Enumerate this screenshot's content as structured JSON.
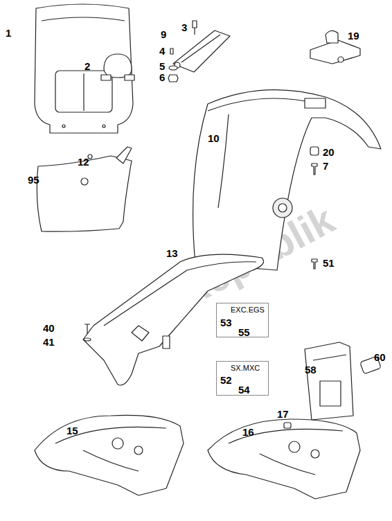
{
  "diagram": {
    "nodes": [
      {
        "text": [
          "EXC.EGS"
        ]
      },
      {
        "text": [
          "SX.MXC"
        ]
      }
    ],
    "labels": [
      "1",
      "2",
      "3",
      "4",
      "5",
      "6",
      "9",
      "19",
      "10",
      "20",
      "7",
      "12",
      "95",
      "13",
      "51",
      "40",
      "41",
      "53",
      "55",
      "52",
      "54",
      "58",
      "60",
      "15",
      "16",
      "17",
      "PartsRepublik"
    ]
  }
}
